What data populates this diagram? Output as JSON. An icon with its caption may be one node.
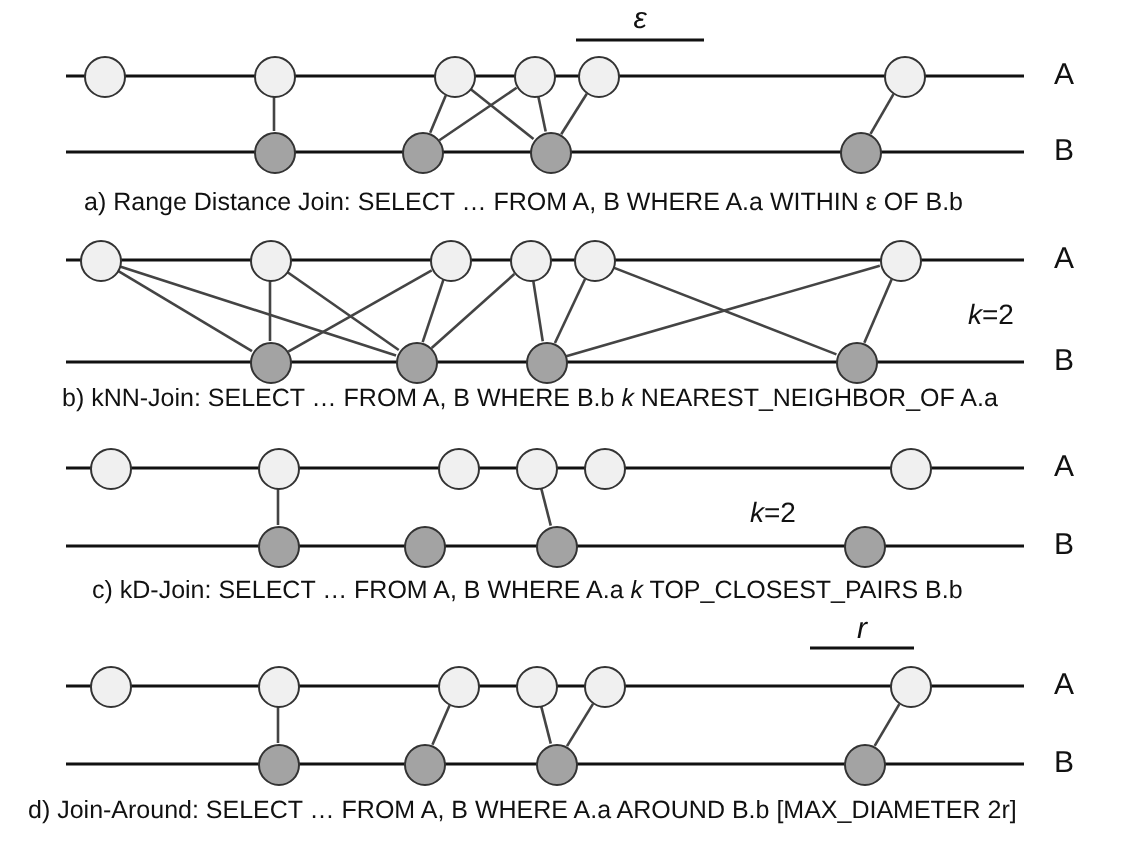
{
  "diagram": {
    "nodes": [
      {
        "text": [],
        "shape": "circle"
      },
      {
        "text": [],
        "shape": "circle"
      },
      {
        "text": [],
        "shape": "circle"
      },
      {
        "text": [],
        "shape": "circle"
      },
      {
        "text": [],
        "shape": "circle"
      },
      {
        "text": [],
        "shape": "circle"
      },
      {
        "text": [],
        "shape": "circle"
      },
      {
        "text": [],
        "shape": "circle"
      },
      {
        "text": [],
        "shape": "circle"
      },
      {
        "text": [],
        "shape": "circle"
      },
      {
        "text": [],
        "shape": "circle"
      },
      {
        "text": [],
        "shape": "circle"
      },
      {
        "text": [],
        "shape": "circle"
      },
      {
        "text": [],
        "shape": "circle"
      },
      {
        "text": [],
        "shape": "circle"
      },
      {
        "text": [],
        "shape": "circle"
      },
      {
        "text": [],
        "shape": "circle"
      },
      {
        "text": [],
        "shape": "circle"
      },
      {
        "text": [],
        "shape": "circle"
      },
      {
        "text": [],
        "shape": "circle"
      },
      {
        "text": [],
        "shape": "circle"
      },
      {
        "text": [],
        "shape": "circle"
      },
      {
        "text": [],
        "shape": "circle"
      },
      {
        "text": [],
        "shape": "circle"
      },
      {
        "text": [],
        "shape": "circle"
      },
      {
        "text": [],
        "shape": "circle"
      },
      {
        "text": [],
        "shape": "circle"
      },
      {
        "text": [],
        "shape": "circle"
      },
      {
        "text": [],
        "shape": "circle"
      },
      {
        "text": [],
        "shape": "circle"
      },
      {
        "text": [],
        "shape": "circle"
      },
      {
        "text": [],
        "shape": "circle"
      },
      {
        "text": [],
        "shape": "circle"
      },
      {
        "text": [],
        "shape": "circle"
      },
      {
        "text": [],
        "shape": "circle"
      },
      {
        "text": [],
        "shape": "circle"
      },
      {
        "text": [],
        "shape": "circle"
      },
      {
        "text": [],
        "shape": "circle"
      },
      {
        "text": [],
        "shape": "circle"
      },
      {
        "text": [],
        "shape": "circle"
      }
    ],
    "edges": [
      {
        "from": 1,
        "to": 6,
        "arrow": "none"
      },
      {
        "from": 2,
        "to": 7,
        "arrow": "none"
      },
      {
        "from": 2,
        "to": 8,
        "arrow": "none"
      },
      {
        "from": 3,
        "to": 7,
        "arrow": "none"
      },
      {
        "from": 3,
        "to": 8,
        "arrow": "none"
      },
      {
        "from": 4,
        "to": 8,
        "arrow": "none"
      },
      {
        "from": 5,
        "to": 9,
        "arrow": "none"
      },
      {
        "from": 10,
        "to": 16,
        "arrow": "none"
      },
      {
        "from": 10,
        "to": 17,
        "arrow": "none"
      },
      {
        "from": 11,
        "to": 16,
        "arrow": "none"
      },
      {
        "from": 11,
        "to": 17,
        "arrow": "none"
      },
      {
        "from": 12,
        "to": 16,
        "arrow": "none"
      },
      {
        "from": 12,
        "to": 17,
        "arrow": "none"
      },
      {
        "from": 13,
        "to": 17,
        "arrow": "none"
      },
      {
        "from": 13,
        "to": 18,
        "arrow": "none"
      },
      {
        "from": 14,
        "to": 18,
        "arrow": "none"
      },
      {
        "from": 14,
        "to": 19,
        "arrow": "none"
      },
      {
        "from": 15,
        "to": 18,
        "arrow": "none"
      },
      {
        "from": 15,
        "to": 19,
        "arrow": "none"
      },
      {
        "from": 21,
        "to": 26,
        "arrow": "none"
      },
      {
        "from": 23,
        "to": 28,
        "arrow": "none"
      },
      {
        "from": 31,
        "to": 36,
        "arrow": "none"
      },
      {
        "from": 32,
        "to": 37,
        "arrow": "none"
      },
      {
        "from": 33,
        "to": 38,
        "arrow": "none"
      },
      {
        "from": 34,
        "to": 38,
        "arrow": "none"
      },
      {
        "from": 35,
        "to": 39,
        "arrow": "none"
      }
    ],
    "labels": [
      "ε",
      "A",
      "B",
      "a) Range Distance Join:  SELECT … FROM A, B WHERE A.a WITHIN ε OF B.b",
      "A",
      "*k*=2",
      "B",
      "b) kNN-Join: SELECT … FROM A, B WHERE B.b *k* NEAREST_NEIGHBOR_OF A.a",
      "A",
      "*k*=2",
      "B",
      "c) kD-Join: SELECT … FROM A, B WHERE A.a *k* TOP_CLOSEST_PAIRS B.b",
      "r",
      "A",
      "B",
      "d) Join-Around: SELECT … FROM A, B WHERE A.a AROUND B.b [MAX_DIAMETER 2r]"
    ]
  }
}
